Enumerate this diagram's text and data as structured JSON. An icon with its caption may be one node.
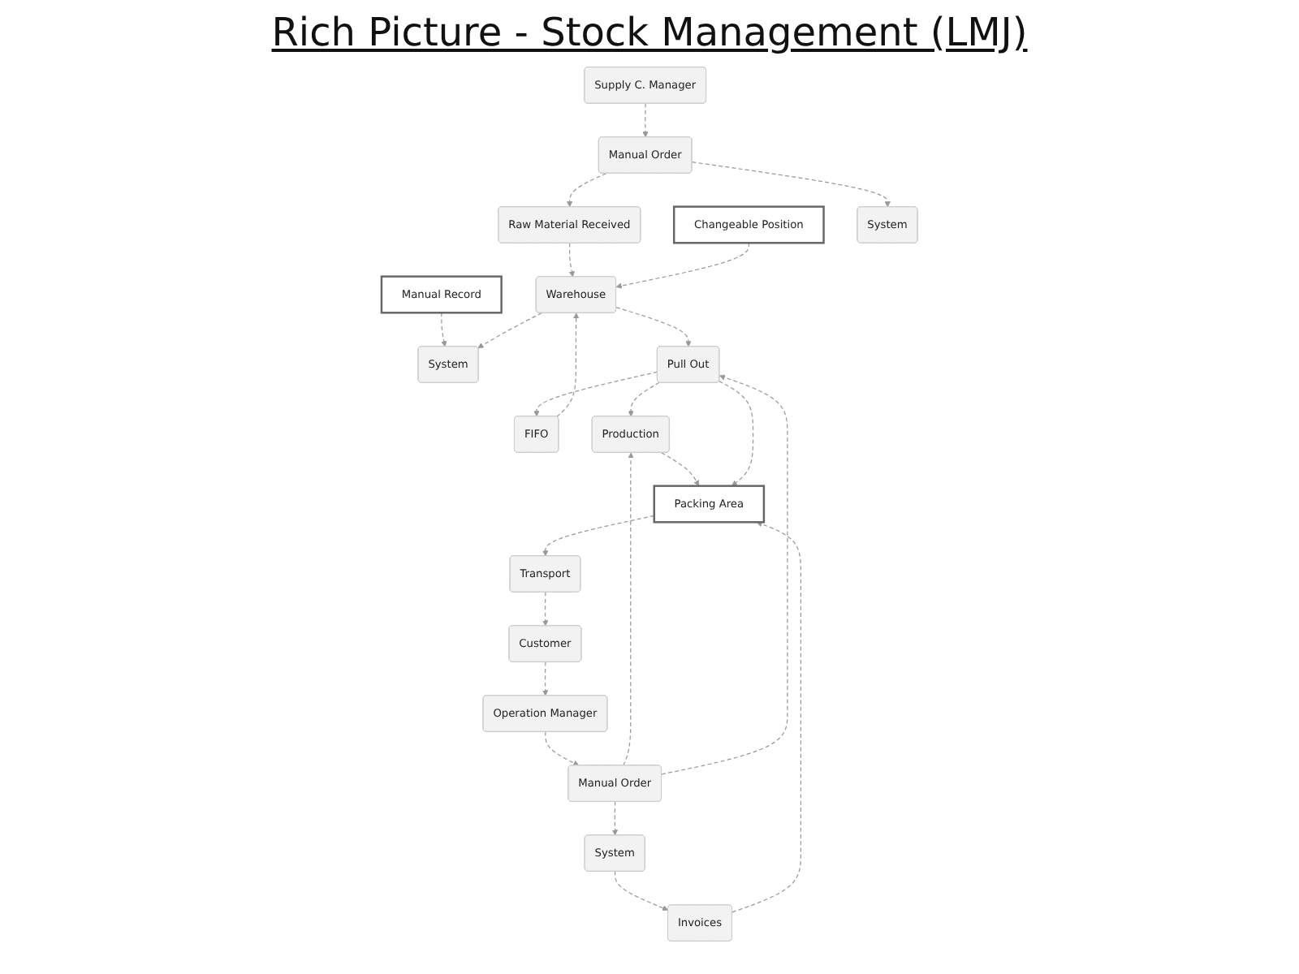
{
  "diagram": {
    "title": "Rich Picture - Stock Management (LMJ)",
    "nodes": [
      {
        "text": [
          "Customer"
        ]
      },
      {
        "text": [
          "Production"
        ]
      },
      {
        "text": [
          "Packing Area"
        ]
      },
      {
        "text": [
          "Operation Manager"
        ]
      },
      {
        "text": [
          "Manual Order"
        ]
      },
      {
        "text": [
          "Transport"
        ]
      },
      {
        "text": [
          "Pull Out"
        ]
      },
      {
        "text": [
          "Supply C. Manager"
        ]
      },
      {
        "text": [
          "Manual Order"
        ]
      },
      {
        "text": [
          "System"
        ]
      },
      {
        "text": [
          "Raw Material Received"
        ]
      },
      {
        "text": [
          "FIFO"
        ]
      },
      {
        "text": [
          "Manual Record"
        ]
      },
      {
        "text": [
          "System"
        ]
      },
      {
        "text": [
          "Invoices"
        ]
      },
      {
        "text": [
          "Changeable Position"
        ]
      },
      {
        "text": [
          "Warehouse"
        ]
      },
      {
        "text": [
          "System"
        ]
      }
    ],
    "edges": [
      {
        "from": 0,
        "to": 3,
        "arrow": "to"
      },
      {
        "from": 3,
        "to": 4,
        "arrow": "to"
      },
      {
        "from": 4,
        "to": 13,
        "arrow": "to"
      },
      {
        "from": 13,
        "to": 14,
        "arrow": "to"
      },
      {
        "from": 4,
        "to": 1,
        "arrow": "to"
      },
      {
        "from": 4,
        "to": 6,
        "arrow": "to"
      },
      {
        "from": 1,
        "to": 2,
        "arrow": "to"
      },
      {
        "from": 6,
        "to": 1,
        "arrow": "to"
      },
      {
        "from": 6,
        "to": 2,
        "arrow": "to"
      },
      {
        "from": 5,
        "to": 0,
        "arrow": "to"
      },
      {
        "from": 2,
        "to": 5,
        "arrow": "to"
      },
      {
        "from": 14,
        "to": 2,
        "arrow": "to"
      },
      {
        "from": 6,
        "to": 11,
        "arrow": "to"
      },
      {
        "from": 11,
        "to": 16,
        "arrow": "to"
      },
      {
        "from": 16,
        "to": 6,
        "arrow": "to"
      },
      {
        "from": 7,
        "to": 8,
        "arrow": "to"
      },
      {
        "from": 8,
        "to": 9,
        "arrow": "to"
      },
      {
        "from": 8,
        "to": 10,
        "arrow": "to"
      },
      {
        "from": 10,
        "to": 16,
        "arrow": "to"
      },
      {
        "from": 12,
        "to": 17,
        "arrow": "to"
      },
      {
        "from": 15,
        "to": 16,
        "arrow": "to"
      },
      {
        "from": 16,
        "to": 17,
        "arrow": "to"
      }
    ]
  }
}
